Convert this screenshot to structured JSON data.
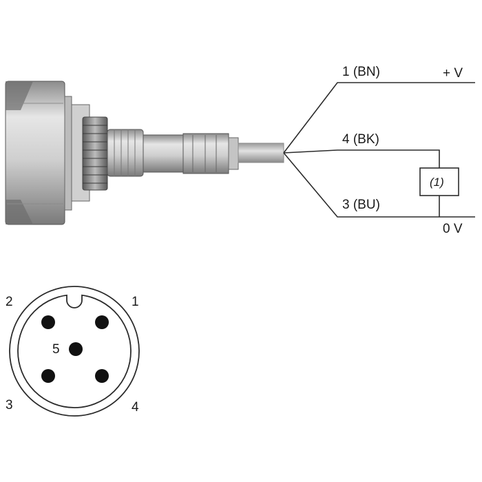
{
  "wiring": {
    "wire_bn": "1 (BN)",
    "wire_bk": "4 (BK)",
    "wire_bu": "3 (BU)",
    "supply_pos": "+ V",
    "supply_neg": "0 V",
    "load": "(1)"
  },
  "pinout": {
    "pin_1": "1",
    "pin_2": "2",
    "pin_3": "3",
    "pin_4": "4",
    "pin_5": "5"
  }
}
